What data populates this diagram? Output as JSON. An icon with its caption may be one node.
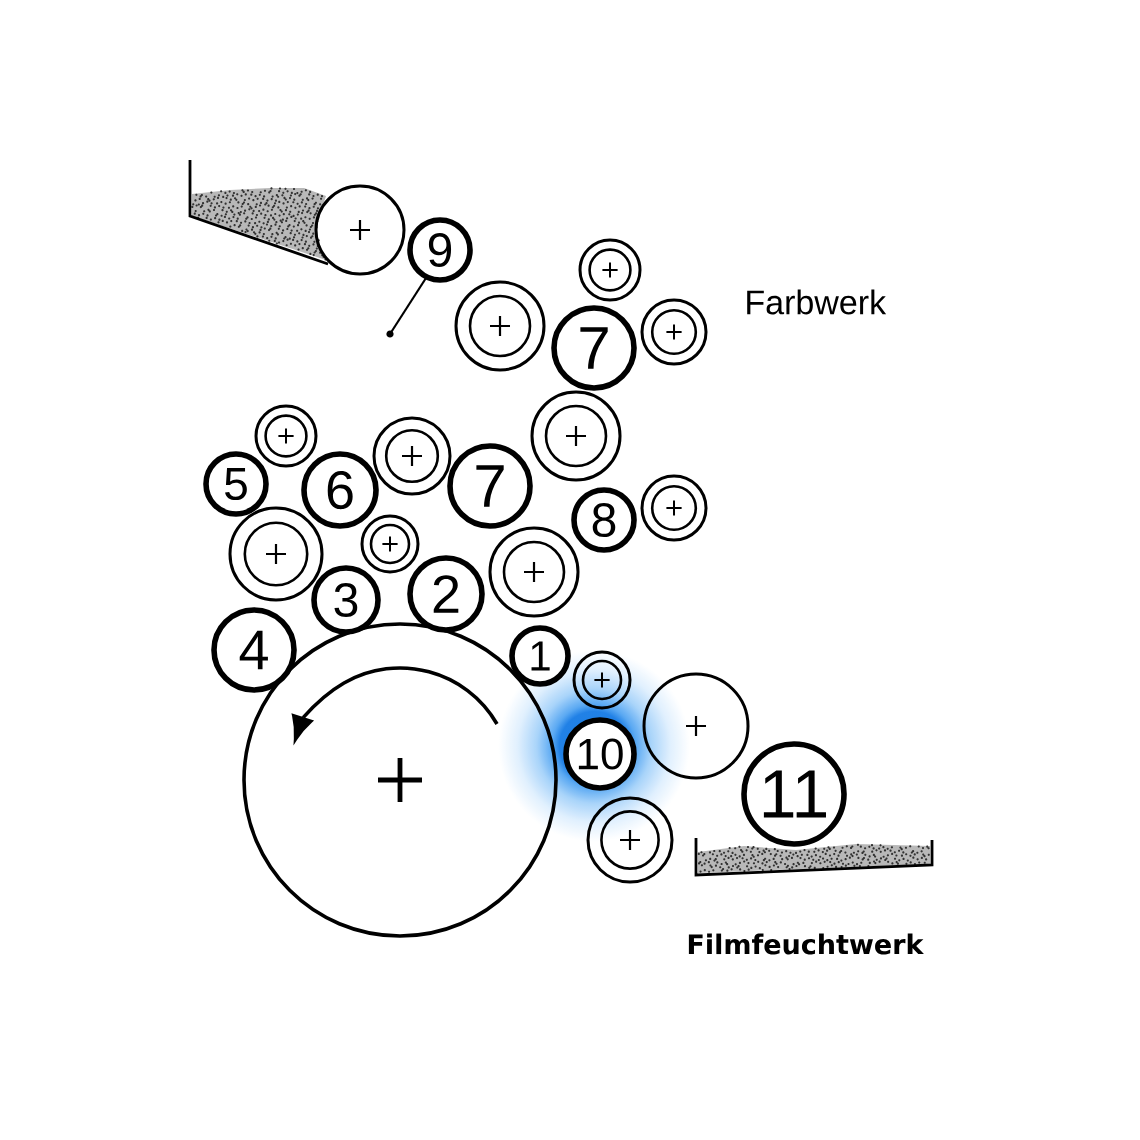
{
  "diagram": {
    "nodes": [
      {
        "text": [],
        "shape": "circle"
      },
      {
        "text": [
          "9"
        ]
      },
      {
        "text": [],
        "shape": "circle"
      },
      {
        "text": [],
        "shape": "circle"
      },
      {
        "text": [
          "7"
        ]
      },
      {
        "text": [],
        "shape": "circle"
      },
      {
        "text": [],
        "shape": "circle"
      },
      {
        "text": [],
        "shape": "circle"
      },
      {
        "text": [],
        "shape": "circle"
      },
      {
        "text": [
          "5"
        ]
      },
      {
        "text": [
          "6"
        ]
      },
      {
        "text": [
          "7"
        ]
      },
      {
        "text": [
          "8"
        ]
      },
      {
        "text": [],
        "shape": "circle"
      },
      {
        "text": [],
        "shape": "circle"
      },
      {
        "text": [],
        "shape": "circle"
      },
      {
        "text": [],
        "shape": "circle"
      },
      {
        "text": [
          "3"
        ]
      },
      {
        "text": [
          "2"
        ]
      },
      {
        "text": [
          "4"
        ]
      },
      {
        "text": [
          "1"
        ]
      },
      {
        "text": [],
        "shape": "circle"
      },
      {
        "text": [],
        "shape": "circle"
      },
      {
        "text": [
          "10"
        ]
      },
      {
        "text": [],
        "shape": "circle"
      },
      {
        "text": [
          "11"
        ]
      },
      {
        "text": [],
        "shape": "circle"
      }
    ],
    "labels": [
      "Farbwerk",
      "Filmfeuchtwerk"
    ]
  }
}
